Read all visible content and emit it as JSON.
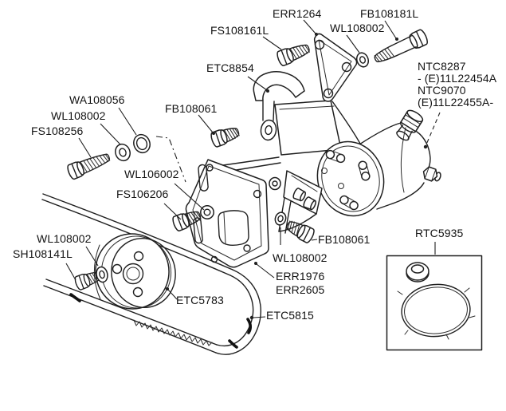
{
  "colors": {
    "background": "#ffffff",
    "line": "#1f1f1f",
    "text": "#121212"
  },
  "diagram_type": "exploded-parts-diagram",
  "labels": [
    {
      "text": "ERR1264",
      "part_of": "triangular-bracket"
    },
    {
      "text": "FB108181L",
      "part_of": "bolt"
    },
    {
      "text": "WL108002",
      "part_of": "washer"
    },
    {
      "text": "FS108161L",
      "part_of": "bolt"
    },
    {
      "text": "ETC8854",
      "part_of": "pump-mounting-bracket"
    },
    {
      "text": "NTC8287",
      "part_of": "power-steering-pump"
    },
    {
      "text": "- (E)11L22454A",
      "part_of": "power-steering-pump-range"
    },
    {
      "text": "NTC9070",
      "part_of": "power-steering-pump"
    },
    {
      "text": "(E)11L22455A-",
      "part_of": "power-steering-pump-range"
    },
    {
      "text": "WA108056",
      "part_of": "washer"
    },
    {
      "text": "WL108002",
      "part_of": "spring-washer"
    },
    {
      "text": "FS108256",
      "part_of": "bolt"
    },
    {
      "text": "FB108061",
      "part_of": "bolt"
    },
    {
      "text": "WL106002",
      "part_of": "washer"
    },
    {
      "text": "FS106206",
      "part_of": "bolt"
    },
    {
      "text": "WL108002",
      "part_of": "spring-washer"
    },
    {
      "text": "SH108141L",
      "part_of": "bolt"
    },
    {
      "text": "ETC5783",
      "part_of": "pulley"
    },
    {
      "text": "ETC5815",
      "part_of": "drive-belt"
    },
    {
      "text": "FB108061",
      "part_of": "bolt"
    },
    {
      "text": "WL108002",
      "part_of": "washer"
    },
    {
      "text": "ERR1976",
      "part_of": "mounting-plate"
    },
    {
      "text": "ERR2605",
      "part_of": "mounting-plate"
    },
    {
      "text": "RTC5935",
      "part_of": "seal-kit"
    }
  ],
  "kit": {
    "label": "RTC5935",
    "contents": [
      "seal",
      "o-ring"
    ]
  }
}
